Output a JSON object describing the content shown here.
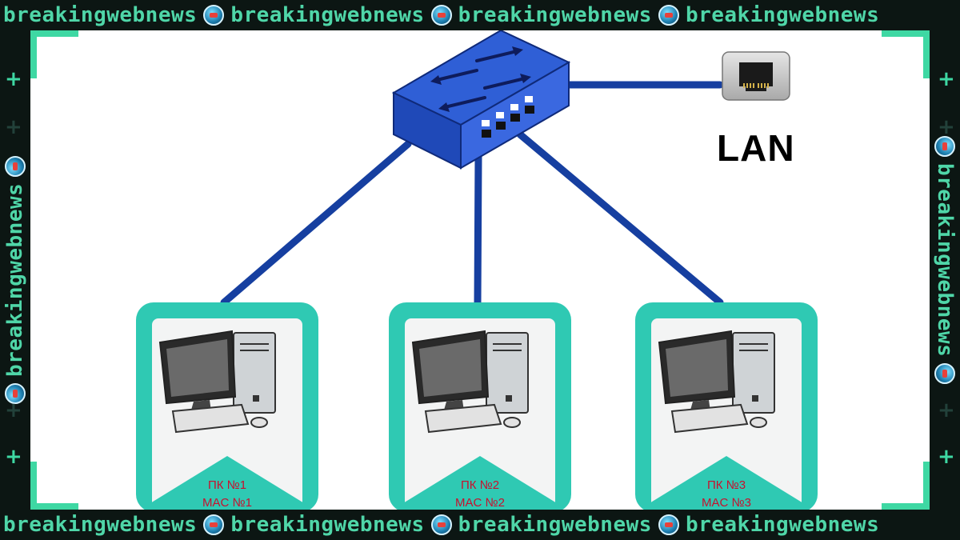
{
  "watermark": {
    "text": "breakingwebnews",
    "accent_color": "#4fd6a8",
    "badge_icon": "webnews-globe-icon"
  },
  "lan": {
    "label": "LAN",
    "icon": "rj45-port-icon"
  },
  "switch": {
    "icon": "network-switch-icon",
    "color": "#2f5fd6"
  },
  "cable_color": "#163fa0",
  "computers": [
    {
      "name": "ПК №1",
      "mac": "MAC №1",
      "icon": "desktop-computer-icon"
    },
    {
      "name": "ПК №2",
      "mac": "MAC №2",
      "icon": "desktop-computer-icon"
    },
    {
      "name": "ПК №3",
      "mac": "MAC №3",
      "icon": "desktop-computer-icon"
    }
  ]
}
